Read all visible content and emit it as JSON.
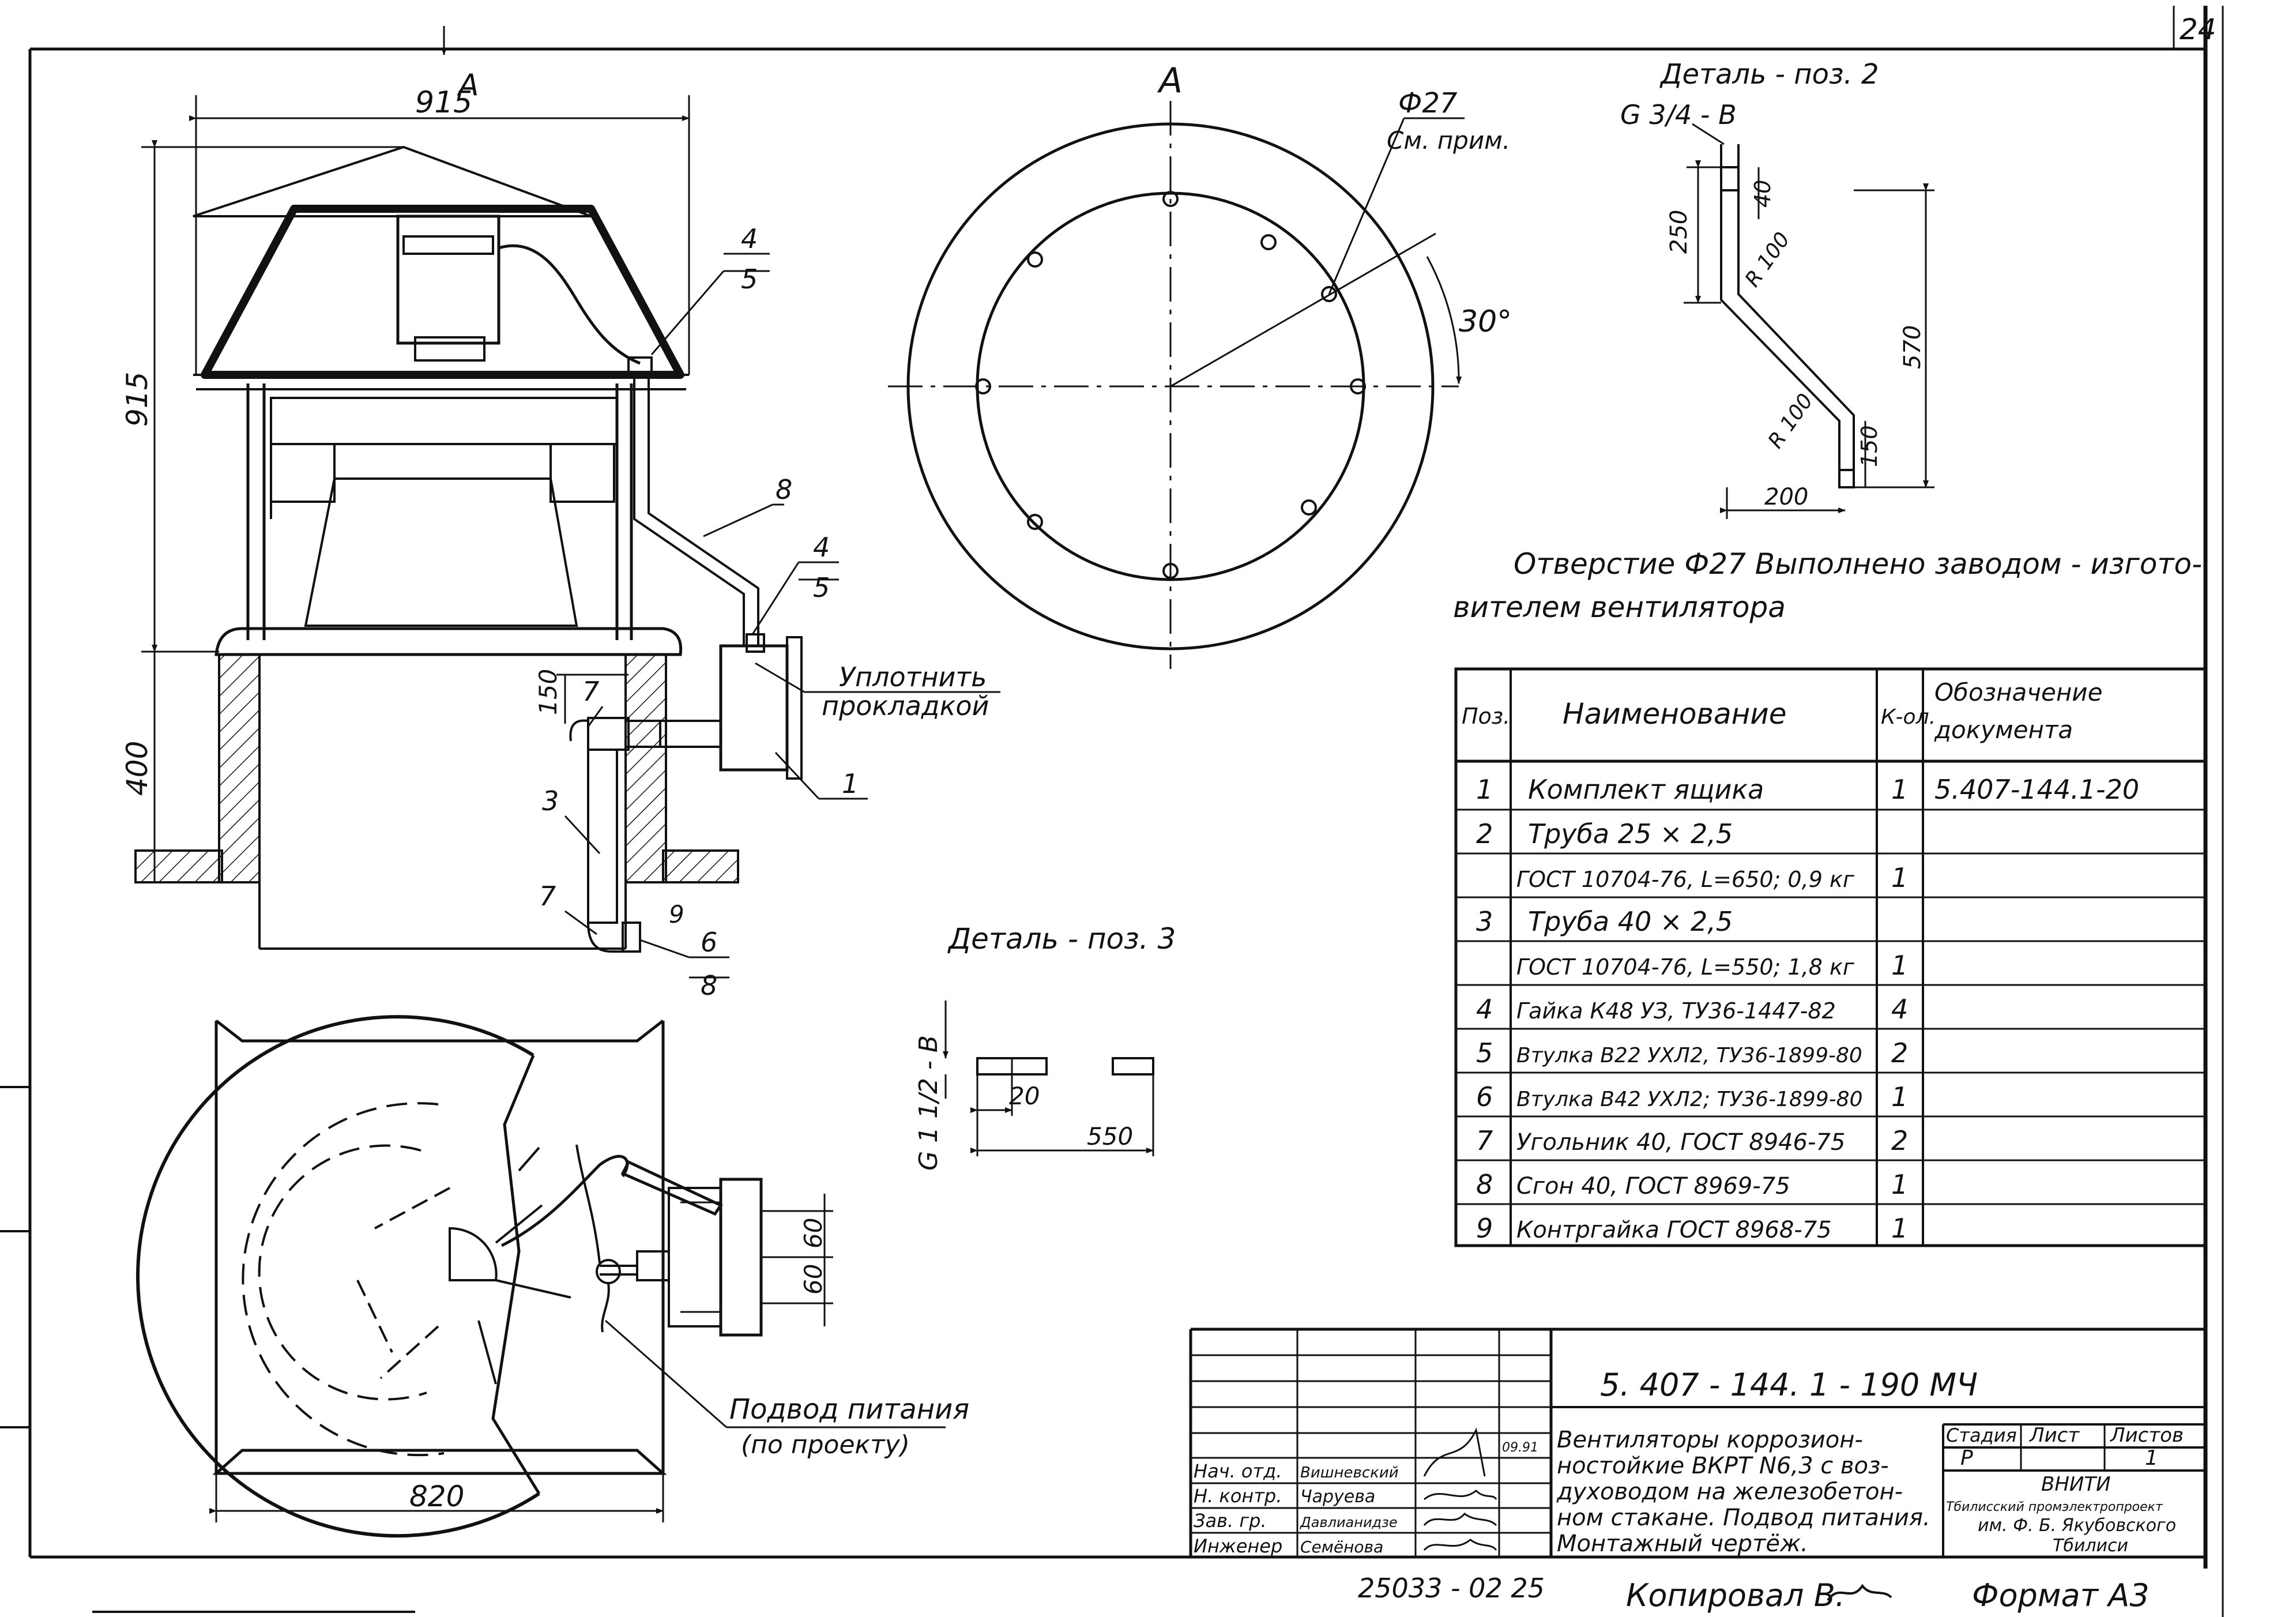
{
  "sheet": {
    "sheet_number": "24",
    "format": "Формат  А3",
    "copied_by": "Копировал  В. ",
    "inventory": "25033 - 02   25"
  },
  "main_view": {
    "view_arrow": "А",
    "dim_width": "915",
    "dim_height": "915",
    "dim_base": "400",
    "dim_150": "150",
    "callout_4_5_top": [
      "4",
      "5"
    ],
    "callout_4_5_mid": [
      "4",
      "5"
    ],
    "callout_8": "8",
    "callout_7_top": "7",
    "callout_3": "3",
    "callout_7_bottom": "7",
    "callout_9": "9",
    "callout_6_8": [
      "6",
      "8"
    ],
    "callout_1": "1",
    "seal_note": [
      "Уплотнить",
      "прокладкой"
    ]
  },
  "view_a": {
    "title": "А",
    "hole": "Ф27",
    "hole_note": "См. прим.",
    "angle": "30°"
  },
  "detail_2": {
    "title": "Деталь - поз. 2",
    "thread": "G 3/4 - B",
    "dims": [
      "250",
      "40",
      "R 100",
      "570",
      "R 100",
      "150",
      "200"
    ]
  },
  "note": [
    "Отверстие  Ф27  Выполнено  заводом - изгото-",
    "вителем  вентилятора"
  ],
  "detail_3": {
    "title": "Деталь - поз. 3",
    "thread": "G 1 1/2 - B",
    "dims": [
      "20",
      "550"
    ]
  },
  "plan_view": {
    "dim_width": "820",
    "dims": [
      "60",
      "60"
    ],
    "power_note": [
      "Подвод питания",
      "(по проекту)"
    ]
  },
  "spec_table": {
    "headers": [
      "Поз.",
      "Наименование",
      "К-ол.",
      "Обозначение документа"
    ],
    "rows": [
      [
        "1",
        "Комплект ящика",
        "1",
        "5.407-144.1-20"
      ],
      [
        "2",
        "Труба  25 × 2,5",
        "",
        ""
      ],
      [
        "",
        "ГОСТ 10704-76, L=650; 0,9 кг",
        "1",
        ""
      ],
      [
        "3",
        "Труба  40 × 2,5",
        "",
        ""
      ],
      [
        "",
        "ГОСТ 10704-76, L=550; 1,8 кг",
        "1",
        ""
      ],
      [
        "4",
        "Гайка К48 УЗ, ТУ36-1447-82",
        "4",
        ""
      ],
      [
        "5",
        "Втулка В22 УХЛ2, ТУ36-1899-80",
        "2",
        ""
      ],
      [
        "6",
        "Втулка В42 УХЛ2; ТУ36-1899-80",
        "1",
        ""
      ],
      [
        "7",
        "Угольник 40, ГОСТ 8946-75",
        "2",
        ""
      ],
      [
        "8",
        "Сгон 40, ГОСТ 8969-75",
        "1",
        ""
      ],
      [
        "9",
        "Контргайка ГОСТ 8968-75",
        "1",
        ""
      ]
    ]
  },
  "title_block": {
    "code": "5. 407 - 144. 1 - 190  МЧ",
    "description": [
      "Вентиляторы коррозион-",
      "ностойкие ВКРТ N6,3 с воз-",
      "духоводом на железобетон-",
      "ном стакане. Подвод питания.",
      "Монтажный  чертёж."
    ],
    "stage_header": "Стадия",
    "sheet_header": "Лист",
    "sheets_header": "Листов",
    "stage": "Р",
    "sheets": "1",
    "org": [
      "ВНИТИ",
      "Тбилисский промэлектропроект",
      "им. Ф. Б. Якубовского",
      "Тбилиси"
    ],
    "date": "09.91",
    "signatures": [
      {
        "role": "Нач. отд.",
        "name": "Вишневский"
      },
      {
        "role": "Н. контр.",
        "name": "Чаруева"
      },
      {
        "role": "Зав. гр.",
        "name": "Давлианидзе"
      },
      {
        "role": "Инженер",
        "name": "Семёнова"
      }
    ]
  }
}
